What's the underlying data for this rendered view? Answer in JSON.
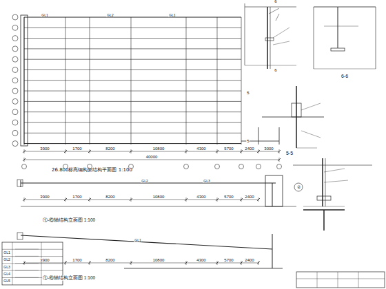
{
  "diagram": {
    "title": "26.800标高钢构架结构平面图 1:100",
    "labels": [
      "3900",
      "1700",
      "8200",
      "10800",
      "4300",
      "5700",
      "2400",
      "3000",
      "40000",
      "3900",
      "1700",
      "8200",
      "10800",
      "4300",
      "5700",
      "2400",
      "3900",
      "1700",
      "8200",
      "10800",
      "4300",
      "5700",
      "2400",
      "①-⑥轴结构立面图 1:100",
      "①-⑥轴结构立面图 1:100",
      "GL1",
      "GL2",
      "GL1",
      "GL2",
      "GL3",
      "GL1",
      "6",
      "6",
      "5",
      "5",
      "6-6",
      "5-5",
      "②",
      "GL1",
      "GL2",
      "GL3",
      "GL4",
      "GL5"
    ]
  }
}
